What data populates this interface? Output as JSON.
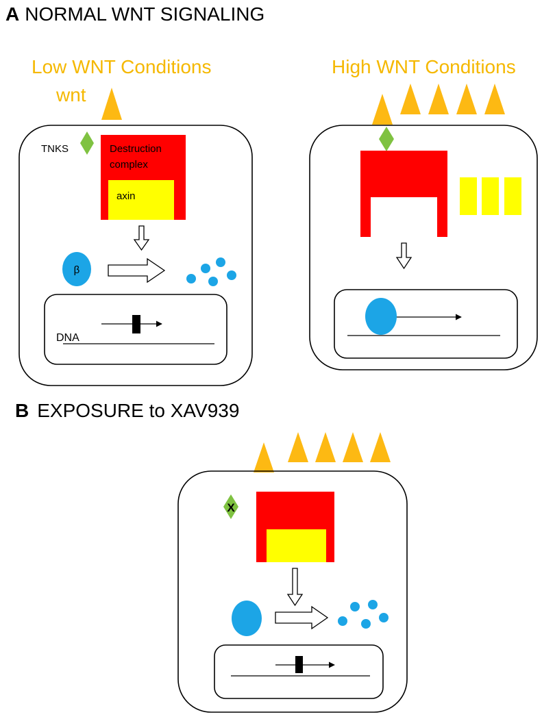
{
  "panel_a": {
    "letter": "A",
    "title": "NORMAL WNT SIGNALING",
    "low": {
      "title": "Low WNT Conditions",
      "wnt_label": "wnt",
      "tnks_label": "TNKS",
      "complex_label_1": "Destruction",
      "complex_label_2": "complex",
      "axin_label": "axin",
      "beta_label": "β",
      "dna_label": "DNA"
    },
    "high": {
      "title": "High WNT Conditions"
    }
  },
  "panel_b": {
    "letter": "B",
    "title": "EXPOSURE to XAV939",
    "inhibitor_mark": "X"
  },
  "colors": {
    "wnt": "#fdb913",
    "title_orange": "#f5b800",
    "tnks": "#7fc241",
    "complex": "#ff0000",
    "axin": "#ffff00",
    "beta_catenin": "#1ca5e6",
    "outline": "#000000"
  }
}
